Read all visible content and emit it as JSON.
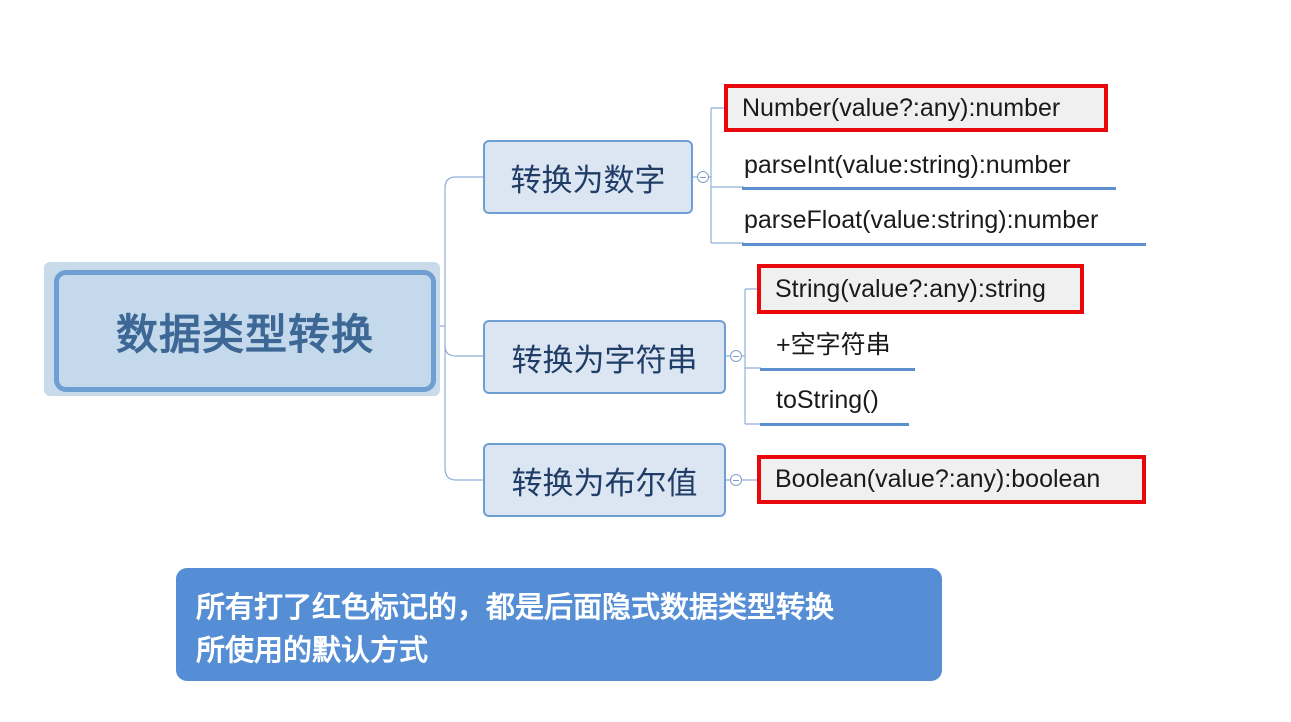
{
  "root": {
    "label": "数据类型转换"
  },
  "branches": [
    {
      "label": "转换为数字",
      "leaves": [
        {
          "label": "Number(value?:any):number",
          "marked": true
        },
        {
          "label": "parseInt(value:string):number",
          "marked": false
        },
        {
          "label": "parseFloat(value:string):number",
          "marked": false
        }
      ]
    },
    {
      "label": "转换为字符串",
      "leaves": [
        {
          "label": "String(value?:any):string",
          "marked": true
        },
        {
          "label": "+空字符串",
          "marked": false
        },
        {
          "label": "toString()",
          "marked": false
        }
      ]
    },
    {
      "label": "转换为布尔值",
      "leaves": [
        {
          "label": "Boolean(value?:any):boolean",
          "marked": true
        }
      ]
    }
  ],
  "note": {
    "line1": "所有打了红色标记的，都是后面隐式数据类型转换",
    "line2": "所使用的默认方式"
  },
  "colors": {
    "node_border": "#6f9fd2",
    "node_fill": "#dce6f2",
    "mark_red": "#e8080b",
    "note_fill": "#558ed5",
    "connector": "#8fb0d6"
  }
}
